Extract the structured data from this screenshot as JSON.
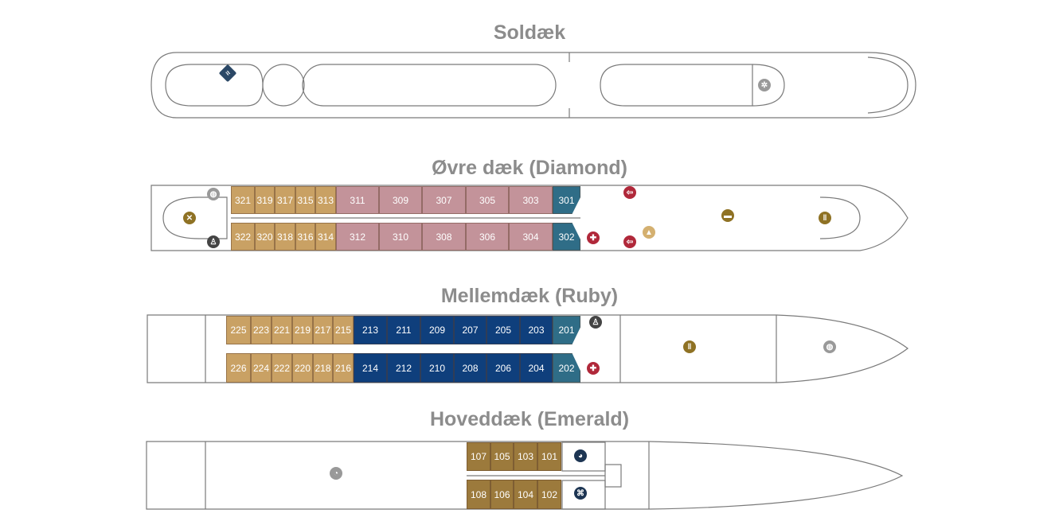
{
  "decks": [
    {
      "id": "sun",
      "title": "Soldæk",
      "cabins": []
    },
    {
      "id": "upper",
      "title": "Øvre dæk (Diamond)",
      "cabins": {
        "top": [
          [
            "321",
            "gold"
          ],
          [
            "319",
            "gold"
          ],
          [
            "317",
            "gold"
          ],
          [
            "315",
            "gold"
          ],
          [
            "313",
            "gold"
          ],
          [
            "311",
            "rose"
          ],
          [
            "309",
            "rose"
          ],
          [
            "307",
            "rose"
          ],
          [
            "305",
            "rose"
          ],
          [
            "303",
            "rose"
          ],
          [
            "301",
            "teal"
          ]
        ],
        "bottom": [
          [
            "322",
            "gold"
          ],
          [
            "320",
            "gold"
          ],
          [
            "318",
            "gold"
          ],
          [
            "316",
            "gold"
          ],
          [
            "314",
            "gold"
          ],
          [
            "312",
            "rose"
          ],
          [
            "310",
            "rose"
          ],
          [
            "308",
            "rose"
          ],
          [
            "306",
            "rose"
          ],
          [
            "304",
            "rose"
          ],
          [
            "302",
            "teal"
          ]
        ]
      }
    },
    {
      "id": "middle",
      "title": "Mellemdæk (Ruby)",
      "cabins": {
        "top": [
          [
            "225",
            "gold"
          ],
          [
            "223",
            "gold"
          ],
          [
            "221",
            "gold"
          ],
          [
            "219",
            "gold"
          ],
          [
            "217",
            "gold"
          ],
          [
            "215",
            "gold"
          ],
          [
            "213",
            "blue"
          ],
          [
            "211",
            "blue"
          ],
          [
            "209",
            "blue"
          ],
          [
            "207",
            "blue"
          ],
          [
            "205",
            "blue"
          ],
          [
            "203",
            "blue"
          ],
          [
            "201",
            "teal"
          ]
        ],
        "bottom": [
          [
            "226",
            "gold"
          ],
          [
            "224",
            "gold"
          ],
          [
            "222",
            "gold"
          ],
          [
            "220",
            "gold"
          ],
          [
            "218",
            "gold"
          ],
          [
            "216",
            "gold"
          ],
          [
            "214",
            "blue"
          ],
          [
            "212",
            "blue"
          ],
          [
            "210",
            "blue"
          ],
          [
            "208",
            "blue"
          ],
          [
            "206",
            "blue"
          ],
          [
            "204",
            "blue"
          ],
          [
            "202",
            "teal"
          ]
        ]
      }
    },
    {
      "id": "main",
      "title": "Hoveddæk (Emerald)",
      "cabins": {
        "top": [
          [
            "107",
            "brown"
          ],
          [
            "105",
            "brown"
          ],
          [
            "103",
            "brown"
          ],
          [
            "101",
            "brown"
          ]
        ],
        "bottom": [
          [
            "108",
            "brown"
          ],
          [
            "106",
            "brown"
          ],
          [
            "104",
            "brown"
          ],
          [
            "102",
            "brown"
          ]
        ]
      }
    }
  ],
  "colors": {
    "gold": "#c9a164",
    "rose": "#c3939a",
    "teal": "#2f6d87",
    "blue": "#0f3f7c",
    "brown": "#9c7a3c",
    "outline": "#7a7a7a",
    "title": "#8c8c8c"
  }
}
